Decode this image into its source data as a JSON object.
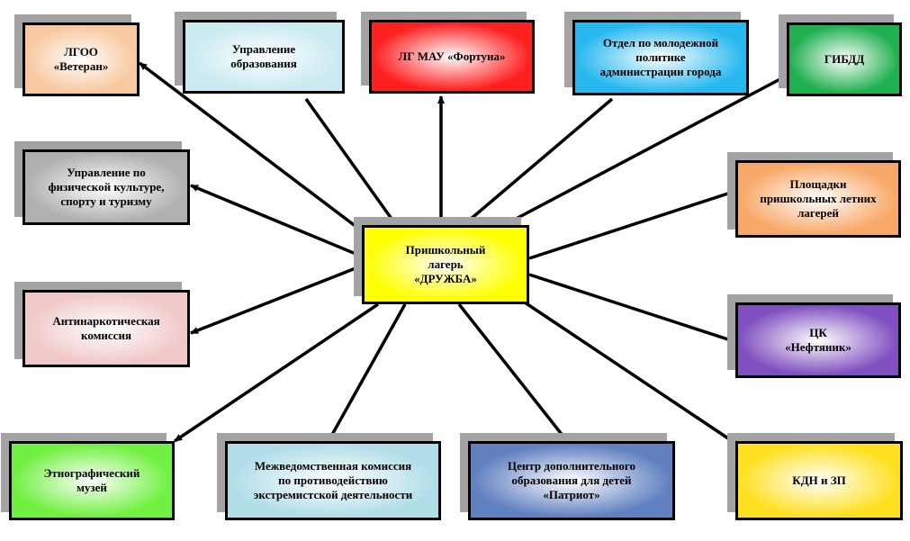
{
  "center": {
    "text": "Пришкольный\nлагерь\n«ДРУЖБА»",
    "color": "#ffff00"
  },
  "nodes": [
    {
      "id": "lgoo",
      "text": "ЛГОО\n«Ветеран»",
      "color": "#f8c8a0"
    },
    {
      "id": "edu",
      "text": "Управление\nобразования",
      "color": "#c8eaf0"
    },
    {
      "id": "fortuna",
      "text": "ЛГ МАУ «Фортуна»",
      "color": "#ff2020"
    },
    {
      "id": "youth",
      "text": "Отдел по молодежной\nполитике\nадминистрации города",
      "color": "#28b8f0"
    },
    {
      "id": "gibdd",
      "text": "ГИБДД",
      "color": "#20b050"
    },
    {
      "id": "sport",
      "text": "Управление по\nфизической культуре,\nспорту и туризму",
      "color": "#b0b0b0"
    },
    {
      "id": "camps",
      "text": "Площадки\nпришкольных летних\nлагерей",
      "color": "#f8a868"
    },
    {
      "id": "antidrug",
      "text": "Антинаркотическая\nкомиссия",
      "color": "#f0c8c8"
    },
    {
      "id": "neft",
      "text": "ЦК\n«Нефтяник»",
      "color": "#8050c0"
    },
    {
      "id": "museum",
      "text": "Этнографический\nмузей",
      "color": "#70f040"
    },
    {
      "id": "extreme",
      "text": "Межведомственная комиссия\nпо противодействию\nэкстремистской деятельности",
      "color": "#b0dde8"
    },
    {
      "id": "patriot",
      "text": "Центр дополнительного\nобразования для детей\n«Патриот»",
      "color": "#6080c0"
    },
    {
      "id": "kdn",
      "text": "КДН и ЗП",
      "color": "#ffe020"
    }
  ]
}
